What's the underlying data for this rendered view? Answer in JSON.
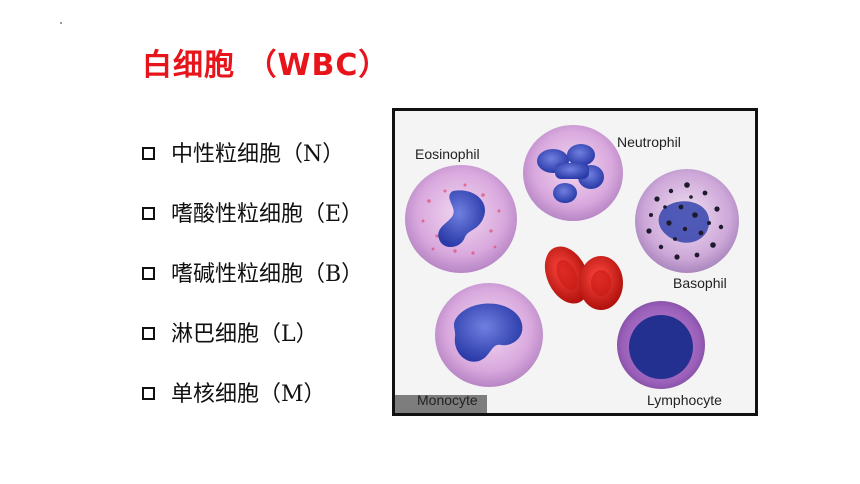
{
  "slide": {
    "title": "白细胞 （WBC）",
    "items": [
      {
        "label": "中性粒细胞（N）"
      },
      {
        "label": "嗜酸性粒细胞（E）"
      },
      {
        "label": "嗜碱性粒细胞（B）"
      },
      {
        "label": "淋巴细胞（L）"
      },
      {
        "label": "单核细胞（M）"
      }
    ],
    "checkbox_icon": "hollow-square-bullet-icon",
    "title_color": "#e8141b"
  },
  "figure": {
    "labels": {
      "eosinophil": "Eosinophil",
      "neutrophil": "Neutrophil",
      "basophil": "Basophil",
      "monocyte": "Monocyte",
      "lymphocyte": "Lymphocyte"
    }
  }
}
